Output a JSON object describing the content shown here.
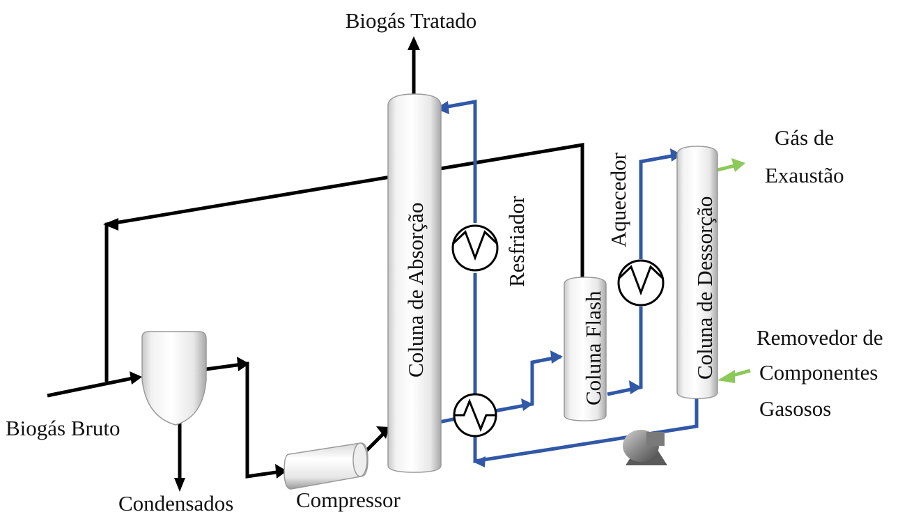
{
  "labels": {
    "biogas_tratado": "Biogás Tratado",
    "biogas_bruto": "Biogás Bruto",
    "condensados": "Condensados",
    "compressor": "Compressor",
    "coluna_absorcao": "Coluna de Absorção",
    "resfriador": "Resfriador",
    "coluna_flash": "Coluna Flash",
    "aquecedor": "Aquecedor",
    "coluna_dessorcao": "Coluna de Dessorção",
    "gas_exaustao_1": "Gás de",
    "gas_exaustao_2": "Exaustão",
    "removedor_1": "Removedor de",
    "removedor_2": "Componentes",
    "removedor_3": "Gasosos"
  },
  "colors": {
    "gas_line": "#000000",
    "liquid_line": "#3158a6",
    "stripping_stream": "#8cc85a"
  }
}
